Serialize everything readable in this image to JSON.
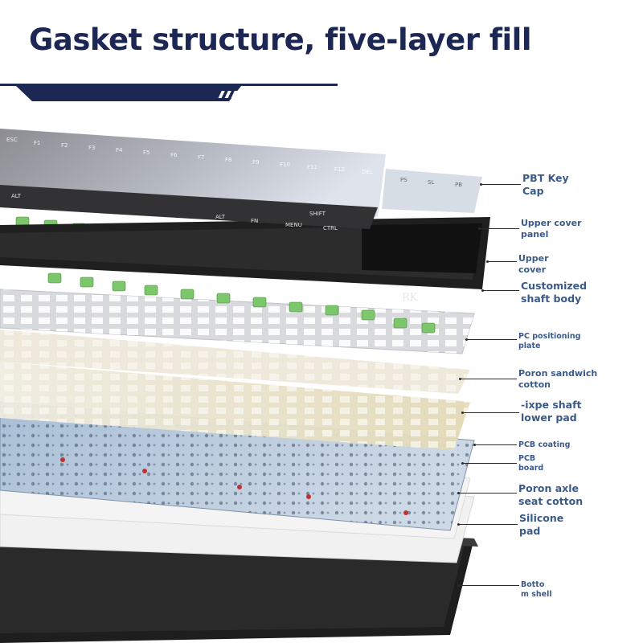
{
  "title": "Gasket structure, five-layer fill",
  "brand_logo": "RK",
  "colors": {
    "title": "#1c2753",
    "label": "#3a5a8a",
    "switch_green": "#7cc66b",
    "pcb_blue": "#b8cce0",
    "foam": "#e8e2c8",
    "shell": "#1f1f1f"
  },
  "keycap_legends": {
    "function_row": [
      "ESC",
      "F1",
      "F2",
      "F3",
      "F4",
      "F5",
      "F6",
      "F7",
      "F8",
      "F9",
      "F10",
      "F11",
      "F12",
      "DEL"
    ],
    "nav_row": [
      "PS",
      "SL",
      "PB"
    ],
    "bottom_row": [
      "ALT",
      "ALT",
      "FN",
      "MENU",
      "SHIFT",
      "CTRL"
    ]
  },
  "callouts": [
    {
      "id": "pbt-key-cap",
      "lines": [
        "PBT Key",
        "Cap"
      ],
      "size": "md"
    },
    {
      "id": "upper-cover-panel",
      "lines": [
        "Upper cover",
        "panel"
      ],
      "size": "sm"
    },
    {
      "id": "upper-cover",
      "lines": [
        "Upper",
        "cover"
      ],
      "size": "sm"
    },
    {
      "id": "customized-shaft-body",
      "lines": [
        "Customized",
        "shaft body"
      ],
      "size": "md"
    },
    {
      "id": "pc-positioning-plate",
      "lines": [
        "PC positioning",
        "plate"
      ],
      "size": "xs"
    },
    {
      "id": "poron-sandwich-cotton",
      "lines": [
        "Poron sandwich",
        "cotton"
      ],
      "size": "sm"
    },
    {
      "id": "ixpe-shaft-lower-pad",
      "lines": [
        "-ixpe shaft",
        "lower pad"
      ],
      "size": "md"
    },
    {
      "id": "pcb-coating",
      "lines": [
        "PCB coating"
      ],
      "size": "xs"
    },
    {
      "id": "pcb-board",
      "lines": [
        "PCB",
        "board"
      ],
      "size": "xs"
    },
    {
      "id": "poron-axle-seat-cotton",
      "lines": [
        "Poron axle",
        "seat cotton"
      ],
      "size": "md"
    },
    {
      "id": "silicone-pad",
      "lines": [
        "Silicone",
        "pad"
      ],
      "size": "md"
    },
    {
      "id": "bottom-shell",
      "lines": [
        "Botto",
        "m shell"
      ],
      "size": "xs"
    }
  ]
}
